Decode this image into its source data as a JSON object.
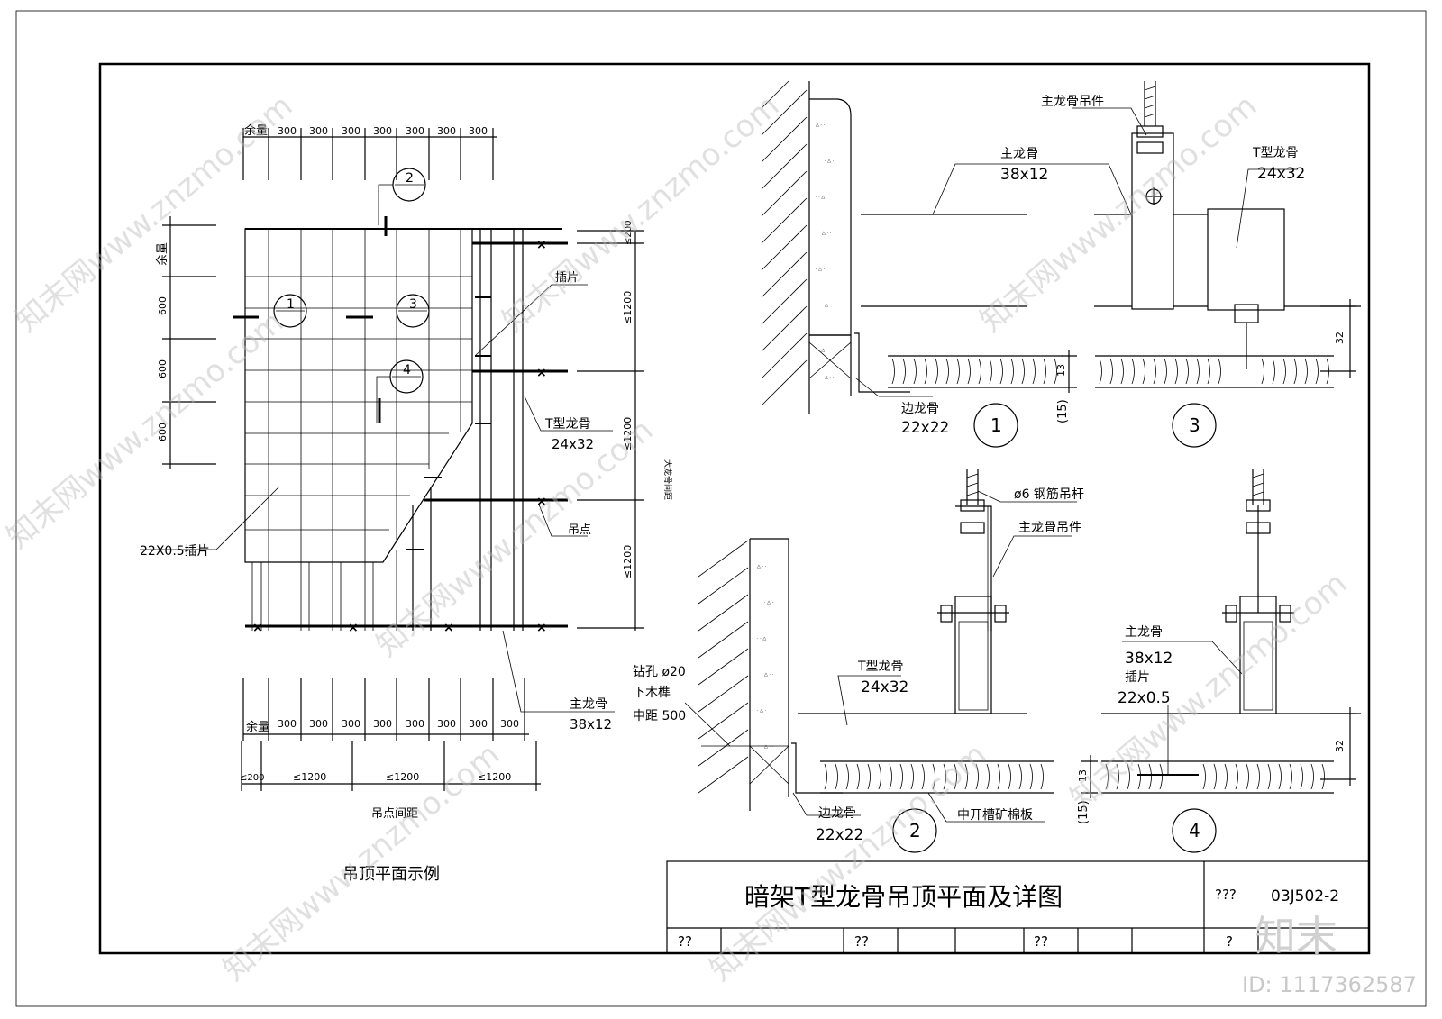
{
  "plan": {
    "caption": "吊顶平面示例",
    "dim_top_margin": "余量",
    "dim_top_values": [
      "300",
      "300",
      "300",
      "300",
      "300",
      "300",
      "300"
    ],
    "dim_left_margin": "余量",
    "dim_left_values": [
      "600",
      "600",
      "600"
    ],
    "dim_right_top": "≤200",
    "dim_right_values": [
      "≤1200",
      "≤1200",
      "≤1200"
    ],
    "dim_right_label": "大龙骨间距",
    "dim_bottom_margin": "余量",
    "dim_bottom_values": [
      "300",
      "300",
      "300",
      "300",
      "300",
      "300",
      "300"
    ],
    "dim_bottom2_first": "≤200",
    "dim_bottom2_values": [
      "≤1200",
      "≤1200",
      "≤1200"
    ],
    "dim_bottom2_label": "吊点间距",
    "label_insert": "插片",
    "label_t_keel": "T型龙骨",
    "label_t_keel_size": "24x32",
    "label_hang_point": "吊点",
    "label_panel_insert": "22X0.5插片",
    "label_main_keel": "主龙骨",
    "label_main_keel_size": "38x12",
    "callouts": [
      "1",
      "2",
      "3",
      "4"
    ]
  },
  "detail": {
    "main_keel_hanger_top": "主龙骨吊件",
    "main_keel": "主龙骨",
    "main_keel_size": "38x12",
    "t_keel": "T型龙骨",
    "t_keel_size": "24x32",
    "edge_keel": "边龙骨",
    "edge_keel_size": "22x22",
    "dim_13": "13",
    "dim_15": "(15)",
    "dim_32": "32",
    "rod": "ø6 钢筋吊杆",
    "main_keel_hanger": "主龙骨吊件",
    "drill": "钻孔 ø20",
    "wood_plug": "下木榫",
    "spacing": "中距 500",
    "insert": "插片",
    "insert_size": "22x0.5",
    "mineral_board": "中开槽矿棉板",
    "numbers": [
      "1",
      "2",
      "3",
      "4"
    ]
  },
  "title_block": {
    "title": "暗架T型龙骨吊顶平面及详图",
    "code_label": "???",
    "code": "03J502-2",
    "row_cells": [
      "??",
      "??",
      "??",
      "?"
    ]
  },
  "watermark": {
    "id": "ID: 1117362587",
    "logo": "知末",
    "repeat": "知末网www.znzmo.com"
  }
}
